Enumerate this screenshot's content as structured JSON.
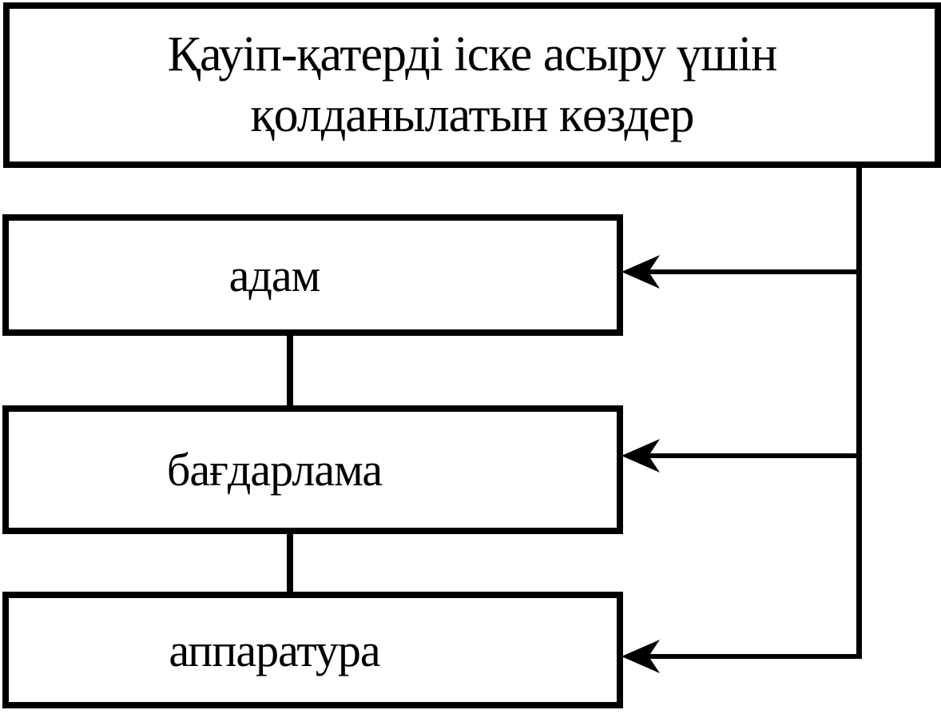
{
  "diagram": {
    "type": "flowchart",
    "language": "kk",
    "colors": {
      "background": "#ffffff",
      "line": "#000000",
      "text": "#000000",
      "box_fill": "#ffffff"
    },
    "root_box": {
      "line1": "Қауіп-қатерді іске асыру үшін",
      "line2": "қолданылатын көздер"
    },
    "children": [
      {
        "label": "адам"
      },
      {
        "label": "бағдарлама"
      },
      {
        "label": "аппаратура"
      }
    ],
    "connections": {
      "style": "right-trunk-with-left-stealth-arrowheads",
      "from": "root_box",
      "to": [
        "адам",
        "бағдарлама",
        "аппаратура"
      ]
    }
  }
}
